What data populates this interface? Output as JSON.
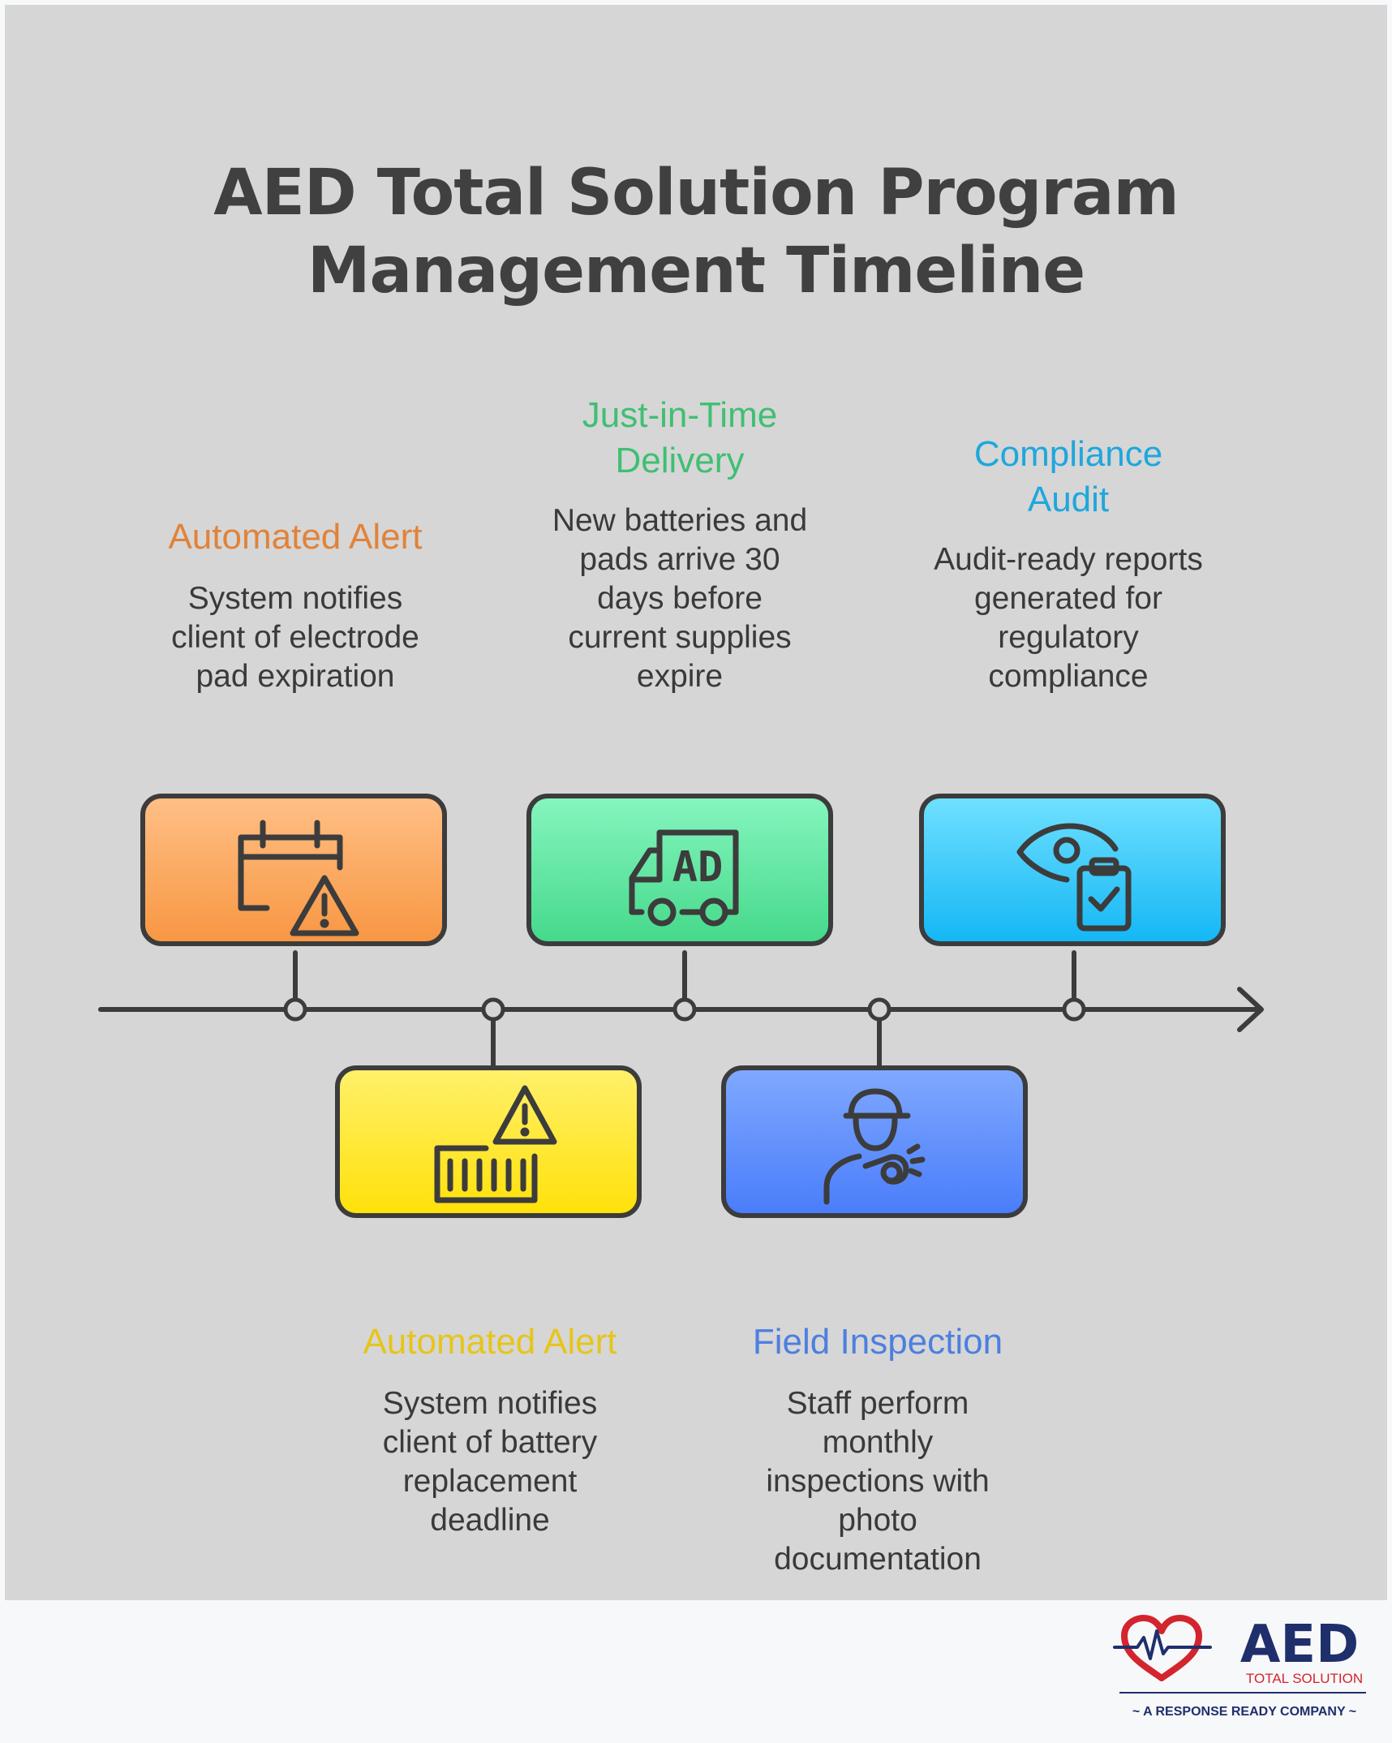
{
  "title": {
    "line1": "AED Total Solution Program",
    "line2": "Management Timeline"
  },
  "steps": [
    {
      "title": "Automated Alert",
      "desc": [
        "System notifies",
        "client of electrode",
        "pad expiration"
      ],
      "color": "#e0833a",
      "icon": "calendar-warning-icon"
    },
    {
      "title": "Automated Alert",
      "desc": [
        "System notifies",
        "client of battery",
        "replacement",
        "deadline"
      ],
      "color": "#e6c51a",
      "icon": "battery-warning-icon"
    },
    {
      "title": "Just-in-Time Delivery",
      "title_lines": [
        "Just-in-Time",
        "Delivery"
      ],
      "desc": [
        "New batteries and",
        "pads arrive 30",
        "days before",
        "current supplies",
        "expire"
      ],
      "color": "#3fbf73",
      "icon": "delivery-truck-icon"
    },
    {
      "title": "Field Inspection",
      "desc": [
        "Staff perform",
        "monthly",
        "inspections with",
        "photo",
        "documentation"
      ],
      "color": "#4d7fe0",
      "icon": "inspector-whistle-icon"
    },
    {
      "title": "Compliance Audit",
      "title_lines": [
        "Compliance",
        "Audit"
      ],
      "desc": [
        "Audit-ready reports",
        "generated for",
        "regulatory",
        "compliance"
      ],
      "color": "#1fa7dc",
      "icon": "eye-clipboard-icon"
    }
  ],
  "truck_label": "AD",
  "logo": {
    "brand": "AED",
    "subtitle": "TOTAL SOLUTION",
    "tagline": "~ A RESPONSE READY COMPANY ~",
    "brand_color": "#1f2f6b",
    "accent_color": "#d3252e"
  }
}
